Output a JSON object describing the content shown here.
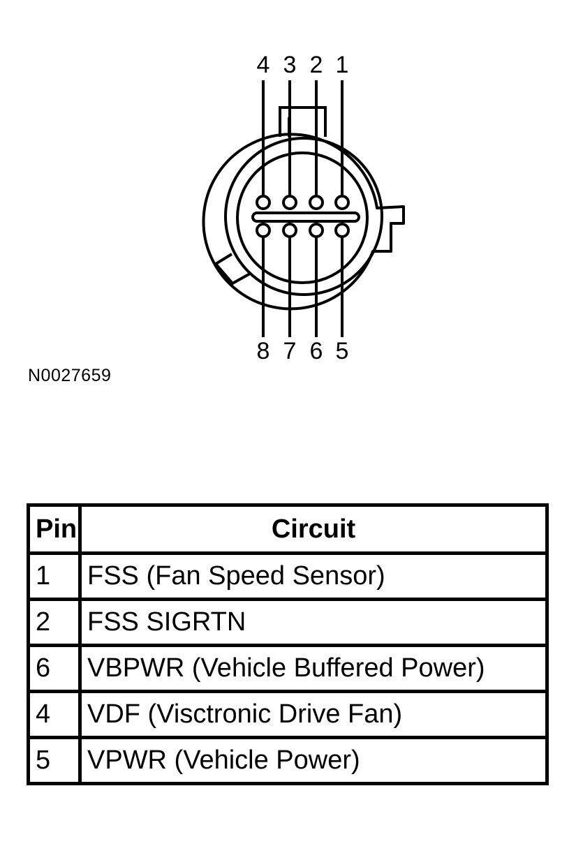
{
  "diagram": {
    "figure_code": "N0027659",
    "top_pin_labels": [
      "4",
      "3",
      "2",
      "1"
    ],
    "bottom_pin_labels": [
      "8",
      "7",
      "6",
      "5"
    ]
  },
  "table": {
    "headers": {
      "pin": "Pin",
      "circuit": "Circuit"
    },
    "rows": [
      {
        "pin": "1",
        "circuit": "FSS (Fan Speed Sensor)"
      },
      {
        "pin": "2",
        "circuit": "FSS SIGRTN"
      },
      {
        "pin": "6",
        "circuit": "VBPWR (Vehicle Buffered Power)"
      },
      {
        "pin": "4",
        "circuit": "VDF (Visctronic Drive Fan)"
      },
      {
        "pin": "5",
        "circuit": "VPWR (Vehicle Power)"
      }
    ]
  }
}
